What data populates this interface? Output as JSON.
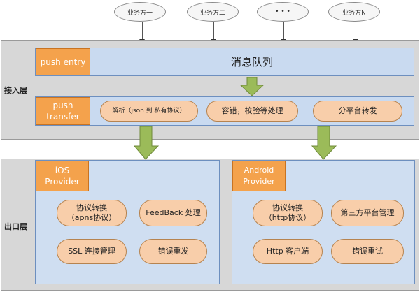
{
  "clients": [
    "业务方一",
    "业务方二",
    "• • •",
    "业务方N"
  ],
  "layers": {
    "access_label": "接入层",
    "exit_label": "出口层"
  },
  "push_entry": {
    "tag": "push entry",
    "queue": "消息队列"
  },
  "push_transfer": {
    "tag_line1": "push",
    "tag_line2": "transfer",
    "items": [
      "解析（json 到 私有协议）",
      "容错，校验等处理",
      "分平台转发"
    ]
  },
  "ios": {
    "tag_line1": "iOS",
    "tag_line2": "Provider",
    "items": {
      "protocol_line1": "协议转换",
      "protocol_line2": "（apns协议）",
      "feedback": "FeedBack 处理",
      "ssl": "SSL 连接管理",
      "resend": "错误重发"
    }
  },
  "android": {
    "tag_line1": "Android",
    "tag_line2": "Provider",
    "items": {
      "protocol_line1": "协议转换",
      "protocol_line2": "（http协议）",
      "third_party": "第三方平台管理",
      "http": "Http 客户端",
      "retry": "错误重试"
    }
  },
  "colors": {
    "layer_bg": "#d7d7d7",
    "bar_blue": "#c9daf0",
    "tag_orange": "#f4a24c",
    "pill_peach": "#f8ceaa",
    "arrow_green": "#9bbb59"
  }
}
